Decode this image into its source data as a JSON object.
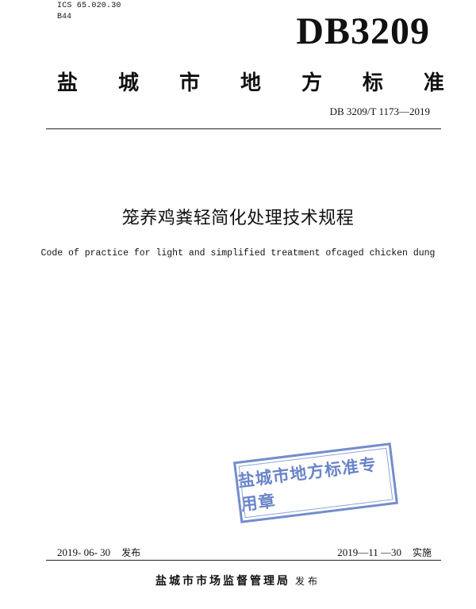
{
  "header": {
    "ics": "ICS 65.020.30",
    "classification": "B44",
    "code": "DB3209",
    "standard_type_chars": [
      "盐",
      "城",
      "市",
      "地",
      "方",
      "标",
      "准"
    ],
    "standard_number": "DB 3209/T 1173—2019"
  },
  "title": {
    "chinese": "笼养鸡粪轻简化处理技术规程",
    "english": "Code of practice for light and simplified treatment ofcaged chicken dung"
  },
  "stamp": {
    "text": "盐城市地方标准专用章",
    "color": "#4f6fbf"
  },
  "footer": {
    "publish_date": "2019- 06- 30",
    "publish_label": "发布",
    "implement_date": "2019—11 —30",
    "implement_label": "实施",
    "issuer": "盐城市市场监督管理局",
    "issuer_suffix": "发布"
  }
}
